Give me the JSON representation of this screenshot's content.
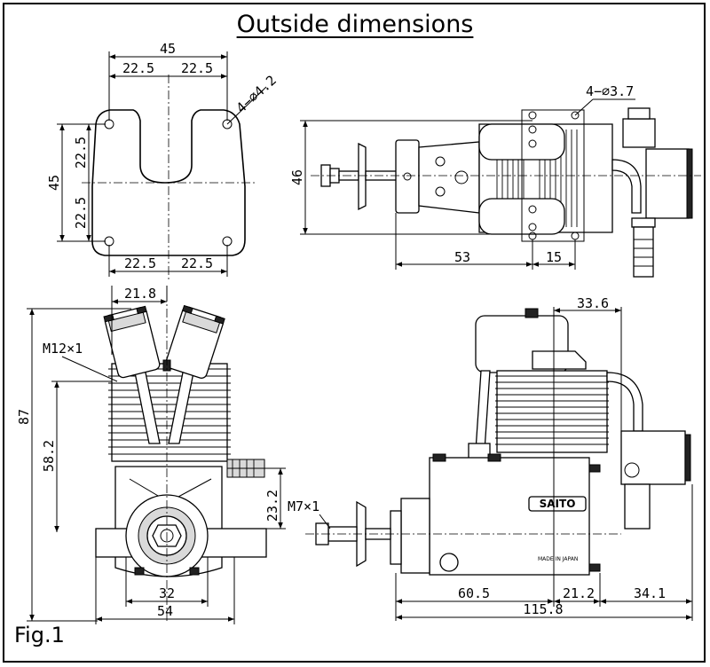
{
  "title": "Outside dimensions",
  "figure_label": "Fig.1",
  "mount_view": {
    "width_total": "45",
    "width_half_left_top": "22.5",
    "width_half_right_top": "22.5",
    "width_half_left_bottom": "22.5",
    "width_half_right_bottom": "22.5",
    "height_total": "45",
    "height_half_upper": "22.5",
    "height_half_lower": "22.5",
    "hole_callout": "4−⌀4.2"
  },
  "top_view": {
    "height": "46",
    "length_a": "53",
    "length_b": "15",
    "hole_callout": "4−⌀3.7"
  },
  "front_view": {
    "cylinder_offset": "21.8",
    "thread_label": "M12×1",
    "total_height": "87",
    "crank_height": "58.2",
    "mount_height": "23.2",
    "inner_width": "32",
    "outer_width": "54"
  },
  "side_view": {
    "head_offset": "33.6",
    "thread_label": "M7×1",
    "brand": "SAITO",
    "made_in": "MADE IN JAPAN",
    "length_a": "60.5",
    "length_b": "21.2",
    "length_c": "34.1",
    "total_length": "115.8"
  }
}
